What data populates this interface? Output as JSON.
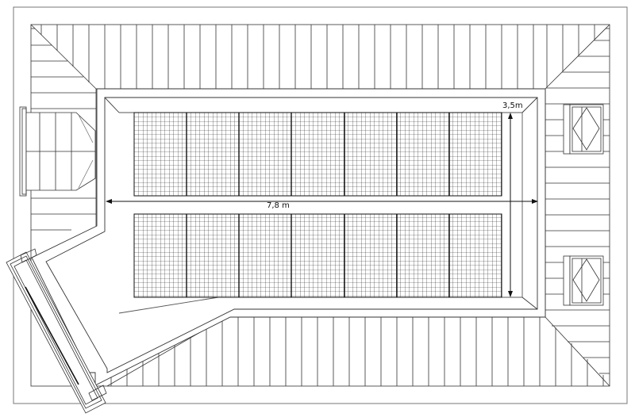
{
  "diagram": {
    "type": "roof-plan",
    "description": "Top view of a hip roof with solar panel array",
    "dimensions": {
      "width_label": "7,8 m",
      "height_label": "3,5m"
    },
    "solar_array": {
      "rows": 2,
      "panels_per_row": 7,
      "total_panels": 14
    },
    "features": {
      "dormer_windows_right": 2,
      "chimney_left": 1,
      "angled_wing_left": 1
    },
    "colors": {
      "line": "#222222",
      "outline": "#666666",
      "background": "#ffffff"
    }
  }
}
